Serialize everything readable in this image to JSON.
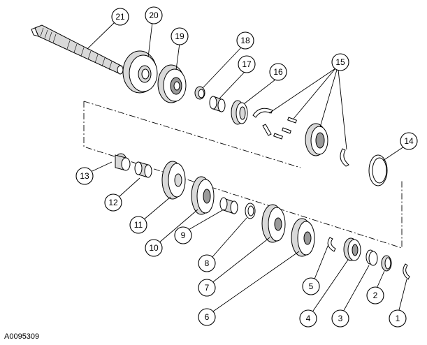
{
  "figure_id": "A0095309",
  "callouts": [
    {
      "label": "21"
    },
    {
      "label": "20"
    },
    {
      "label": "19"
    },
    {
      "label": "18"
    },
    {
      "label": "17"
    },
    {
      "label": "16"
    },
    {
      "label": "15"
    },
    {
      "label": "14"
    },
    {
      "label": "13"
    },
    {
      "label": "12"
    },
    {
      "label": "11"
    },
    {
      "label": "10"
    },
    {
      "label": "9"
    },
    {
      "label": "8"
    },
    {
      "label": "7"
    },
    {
      "label": "6"
    },
    {
      "label": "5"
    },
    {
      "label": "4"
    },
    {
      "label": "3"
    },
    {
      "label": "2"
    },
    {
      "label": "1"
    }
  ]
}
